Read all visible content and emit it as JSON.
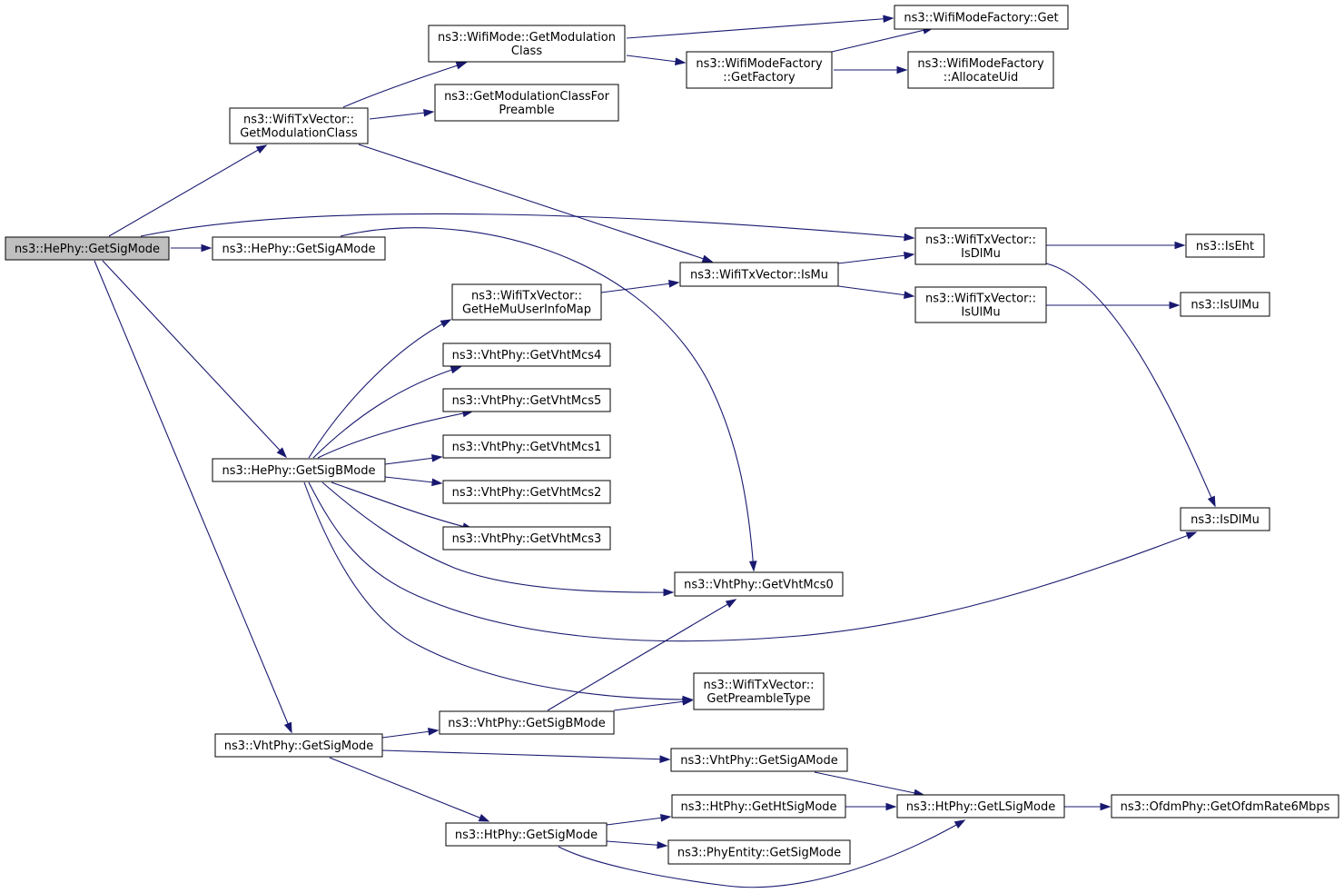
{
  "colors": {
    "edge": "#191970",
    "root_fill": "#bfbfbf",
    "node_fill": "#ffffff",
    "border": "#000000"
  },
  "nodes": [
    {
      "id": "n0",
      "lines": [
        "ns3::HePhy::GetSigMode"
      ],
      "root": true
    },
    {
      "id": "n1",
      "lines": [
        "ns3::WifiTxVector::",
        "GetModulationClass"
      ]
    },
    {
      "id": "n2",
      "lines": [
        "ns3::WifiMode::GetModulation",
        "Class"
      ]
    },
    {
      "id": "n3",
      "lines": [
        "ns3::WifiModeFactory::Get"
      ]
    },
    {
      "id": "n4",
      "lines": [
        "ns3::WifiModeFactory",
        "::GetFactory"
      ]
    },
    {
      "id": "n5",
      "lines": [
        "ns3::WifiModeFactory",
        "::AllocateUid"
      ]
    },
    {
      "id": "n6",
      "lines": [
        "ns3::GetModulationClassFor",
        "Preamble"
      ]
    },
    {
      "id": "n7",
      "lines": [
        "ns3::HePhy::GetSigAMode"
      ]
    },
    {
      "id": "n8",
      "lines": [
        "ns3::WifiTxVector::IsMu"
      ]
    },
    {
      "id": "n9",
      "lines": [
        "ns3::WifiTxVector::",
        "IsDlMu"
      ]
    },
    {
      "id": "n10",
      "lines": [
        "ns3::IsEht"
      ]
    },
    {
      "id": "n11",
      "lines": [
        "ns3::WifiTxVector::",
        "IsUlMu"
      ]
    },
    {
      "id": "n12",
      "lines": [
        "ns3::IsUlMu"
      ]
    },
    {
      "id": "n13",
      "lines": [
        "ns3::WifiTxVector::",
        "GetHeMuUserInfoMap"
      ]
    },
    {
      "id": "n14",
      "lines": [
        "ns3::VhtPhy::GetVhtMcs4"
      ]
    },
    {
      "id": "n15",
      "lines": [
        "ns3::VhtPhy::GetVhtMcs5"
      ]
    },
    {
      "id": "n16",
      "lines": [
        "ns3::HePhy::GetSigBMode"
      ]
    },
    {
      "id": "n17",
      "lines": [
        "ns3::VhtPhy::GetVhtMcs1"
      ]
    },
    {
      "id": "n18",
      "lines": [
        "ns3::VhtPhy::GetVhtMcs2"
      ]
    },
    {
      "id": "n19",
      "lines": [
        "ns3::VhtPhy::GetVhtMcs3"
      ]
    },
    {
      "id": "n20",
      "lines": [
        "ns3::IsDlMu"
      ]
    },
    {
      "id": "n21",
      "lines": [
        "ns3::VhtPhy::GetVhtMcs0"
      ]
    },
    {
      "id": "n22",
      "lines": [
        "ns3::WifiTxVector::",
        "GetPreambleType"
      ]
    },
    {
      "id": "n23",
      "lines": [
        "ns3::VhtPhy::GetSigBMode"
      ]
    },
    {
      "id": "n24",
      "lines": [
        "ns3::VhtPhy::GetSigMode"
      ]
    },
    {
      "id": "n25",
      "lines": [
        "ns3::VhtPhy::GetSigAMode"
      ]
    },
    {
      "id": "n26",
      "lines": [
        "ns3::HtPhy::GetHtSigMode"
      ]
    },
    {
      "id": "n27",
      "lines": [
        "ns3::HtPhy::GetLSigMode"
      ]
    },
    {
      "id": "n28",
      "lines": [
        "ns3::OfdmPhy::GetOfdmRate6Mbps"
      ]
    },
    {
      "id": "n29",
      "lines": [
        "ns3::HtPhy::GetSigMode"
      ]
    },
    {
      "id": "n30",
      "lines": [
        "ns3::PhyEntity::GetSigMode"
      ]
    }
  ],
  "edges": [
    [
      "n0",
      "n1"
    ],
    [
      "n0",
      "n9"
    ],
    [
      "n0",
      "n7"
    ],
    [
      "n0",
      "n16"
    ],
    [
      "n0",
      "n24"
    ],
    [
      "n1",
      "n2"
    ],
    [
      "n1",
      "n6"
    ],
    [
      "n1",
      "n8"
    ],
    [
      "n2",
      "n3"
    ],
    [
      "n2",
      "n4"
    ],
    [
      "n4",
      "n3"
    ],
    [
      "n4",
      "n5"
    ],
    [
      "n7",
      "n21"
    ],
    [
      "n8",
      "n9"
    ],
    [
      "n8",
      "n11"
    ],
    [
      "n9",
      "n10"
    ],
    [
      "n9",
      "n20"
    ],
    [
      "n11",
      "n12"
    ],
    [
      "n13",
      "n8"
    ],
    [
      "n16",
      "n13"
    ],
    [
      "n16",
      "n14"
    ],
    [
      "n16",
      "n15"
    ],
    [
      "n16",
      "n17"
    ],
    [
      "n16",
      "n18"
    ],
    [
      "n16",
      "n19"
    ],
    [
      "n16",
      "n21"
    ],
    [
      "n16",
      "n20"
    ],
    [
      "n16",
      "n22"
    ],
    [
      "n23",
      "n21"
    ],
    [
      "n23",
      "n22"
    ],
    [
      "n24",
      "n23"
    ],
    [
      "n24",
      "n25"
    ],
    [
      "n24",
      "n29"
    ],
    [
      "n25",
      "n27"
    ],
    [
      "n26",
      "n27"
    ],
    [
      "n27",
      "n28"
    ],
    [
      "n29",
      "n26"
    ],
    [
      "n29",
      "n30"
    ],
    [
      "n29",
      "n27"
    ]
  ]
}
